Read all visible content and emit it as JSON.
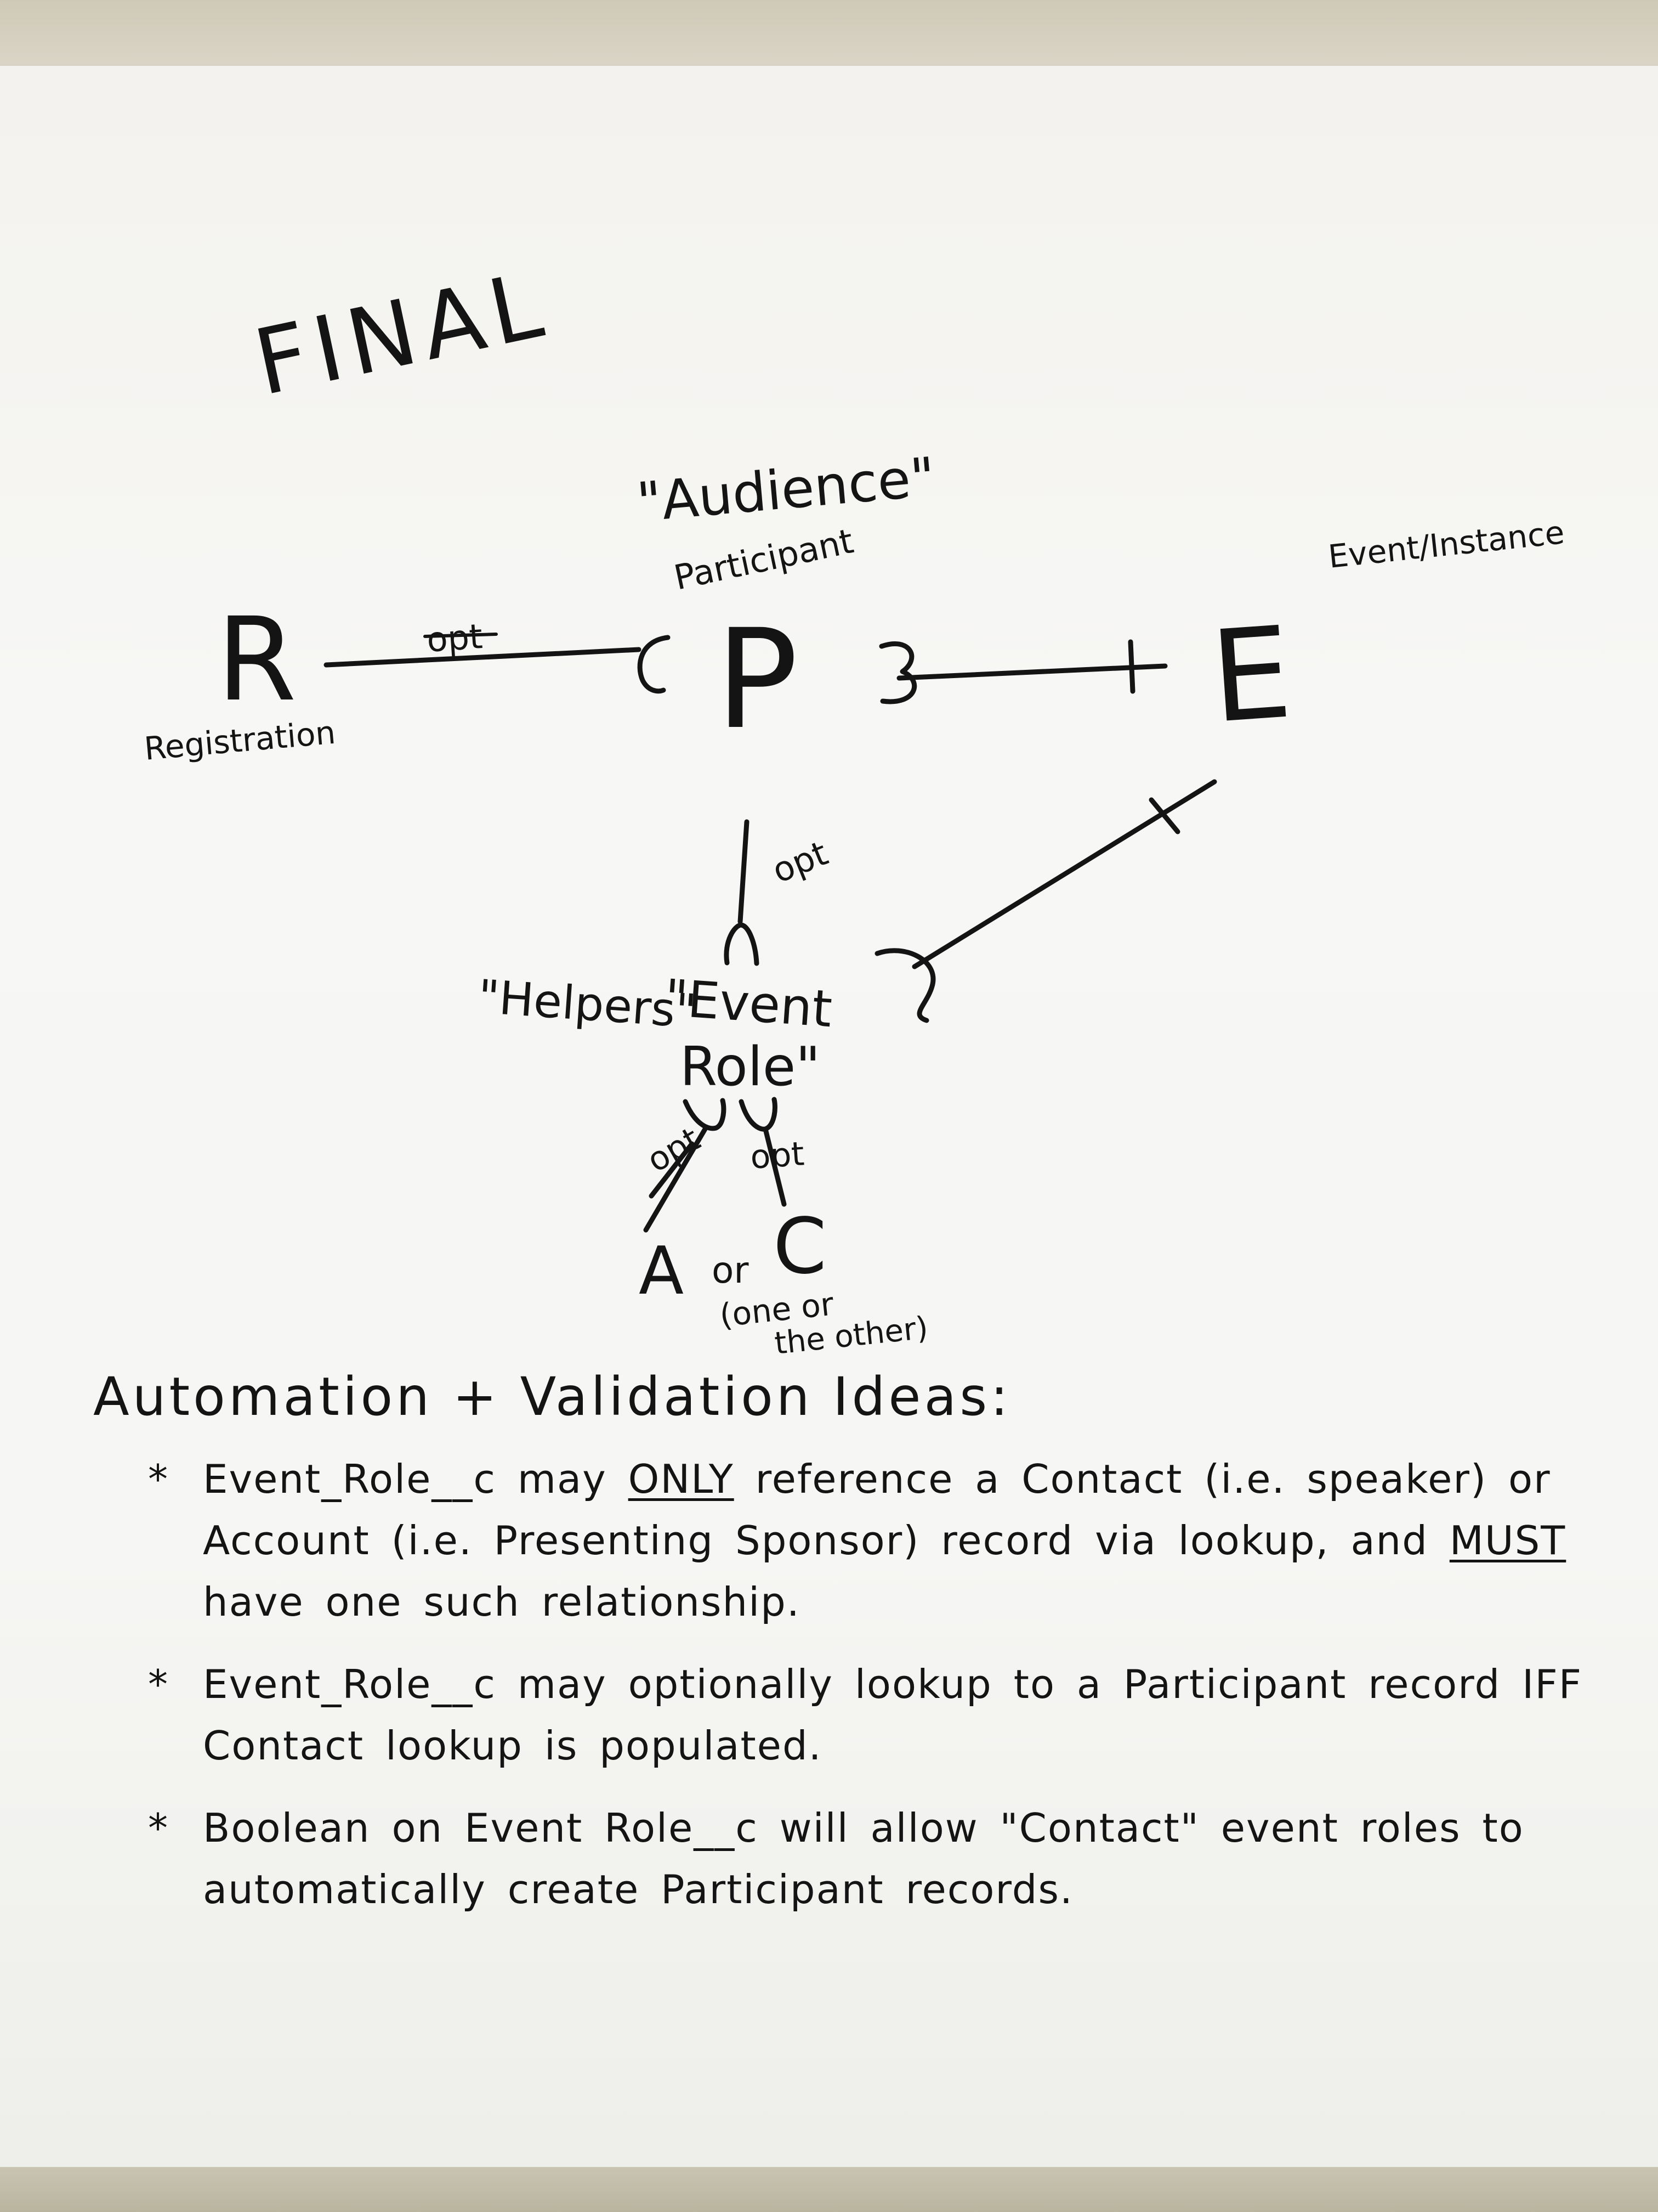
{
  "heading": "FINAL",
  "entities": {
    "registration": {
      "letter": "R",
      "label": "Registration"
    },
    "participant": {
      "letter": "P",
      "label": "Participant",
      "alias": "\"Audience\""
    },
    "event_instance": {
      "letter": "E",
      "label": "Event/Instance"
    },
    "event_role": {
      "alias": "\"Helpers\"",
      "label_line1": "\"Event",
      "label_line2": "Role\""
    },
    "account": {
      "letter": "A"
    },
    "contact": {
      "letter": "C"
    }
  },
  "relationships": {
    "registration_participant": "opt",
    "participant_event_role": "opt",
    "event_role_contact": "opt",
    "event_role_account_struck": "opt"
  },
  "choice": {
    "connector": "or",
    "note_line1": "(one or",
    "note_line2": "the other)"
  },
  "notes": {
    "title": "Automation + Validation Ideas:",
    "bullet_symbol": "*",
    "items": [
      {
        "before": "Event_Role__c may ",
        "emph1": "ONLY",
        "middle": " reference a Contact (i.e. speaker) or Account (i.e. Presenting Sponsor) record via lookup, and ",
        "emph2": "MUST",
        "after": " have one such relationship."
      },
      {
        "text": "Event_Role__c may optionally lookup to a Participant record IFF Contact lookup is populated."
      },
      {
        "text": "Boolean on Event Role__c will allow \"Contact\" event roles to automatically create Participant records."
      }
    ]
  }
}
